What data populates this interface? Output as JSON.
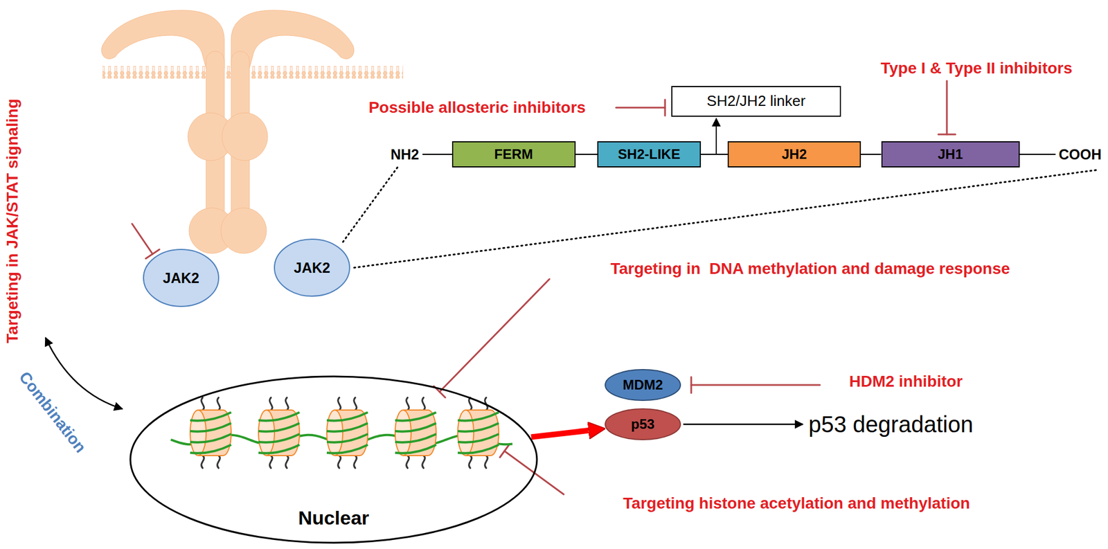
{
  "diagram": {
    "nodes": [
      {
        "text": [
          "SH2/JH2 linker"
        ]
      },
      {
        "text": [
          "FERM"
        ]
      },
      {
        "text": [
          "SH2-LIKE"
        ]
      },
      {
        "text": [
          "JH2"
        ]
      },
      {
        "text": [
          "JH1"
        ]
      },
      {
        "text": [
          "JAK2"
        ]
      },
      {
        "text": [
          "JAK2"
        ]
      },
      {
        "text": [
          "Nuclear"
        ]
      },
      {
        "text": [
          "MDM2"
        ]
      },
      {
        "text": [
          "p53"
        ]
      }
    ],
    "edges": [
      {
        "from": 1,
        "to": 2,
        "arrow": "none"
      },
      {
        "from": 2,
        "to": 3,
        "arrow": "none"
      },
      {
        "from": 3,
        "to": 4,
        "arrow": "none"
      },
      {
        "from": 7,
        "to": 9,
        "arrow": "to"
      }
    ],
    "labels": [
      "Type I & Type II inhibitors",
      "Possible allosteric inhibitors",
      "NH2",
      "COOH",
      "Targeting in JAK/STAT signaling",
      "Combination",
      "Targeting in  DNA methylation and damage response",
      "HDM2 inhibitor",
      "p53 degradation",
      "Targeting histone acetylation and methylation"
    ]
  }
}
